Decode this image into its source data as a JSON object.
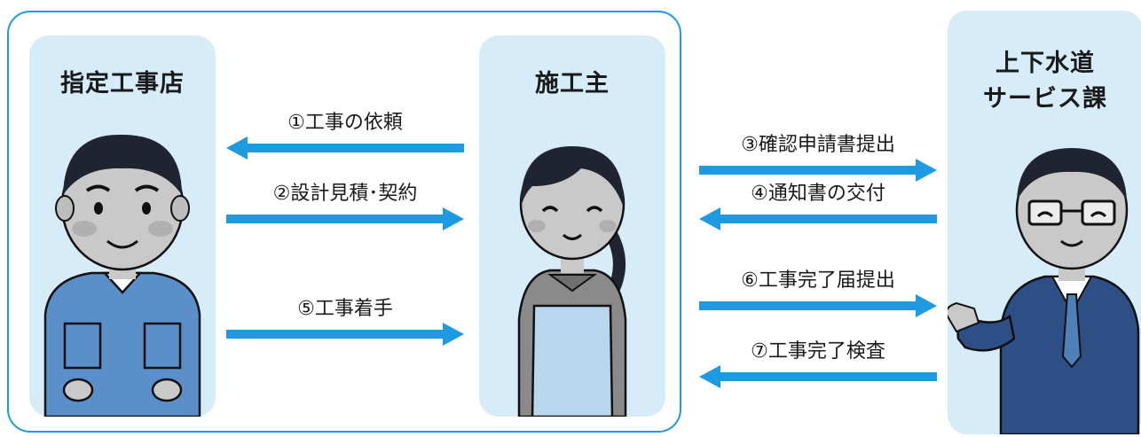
{
  "parties": {
    "contractor": "指定工事店",
    "owner": "施工主",
    "service_line1": "上下水道",
    "service_line2": "サービス課"
  },
  "steps": [
    {
      "label": "①工事の依頼",
      "direction": "left"
    },
    {
      "label": "②設計見積･契約",
      "direction": "right"
    },
    {
      "label": "⑤工事着手",
      "direction": "right"
    },
    {
      "label": "③確認申請書提出",
      "direction": "right"
    },
    {
      "label": "④通知書の交付",
      "direction": "left"
    },
    {
      "label": "⑥工事完了届提出",
      "direction": "right"
    },
    {
      "label": "⑦工事完了検査",
      "direction": "left"
    }
  ],
  "colors": {
    "arrow": "#1e9be0",
    "panel": "#d6ecf8",
    "frame": "#1e9be0"
  }
}
